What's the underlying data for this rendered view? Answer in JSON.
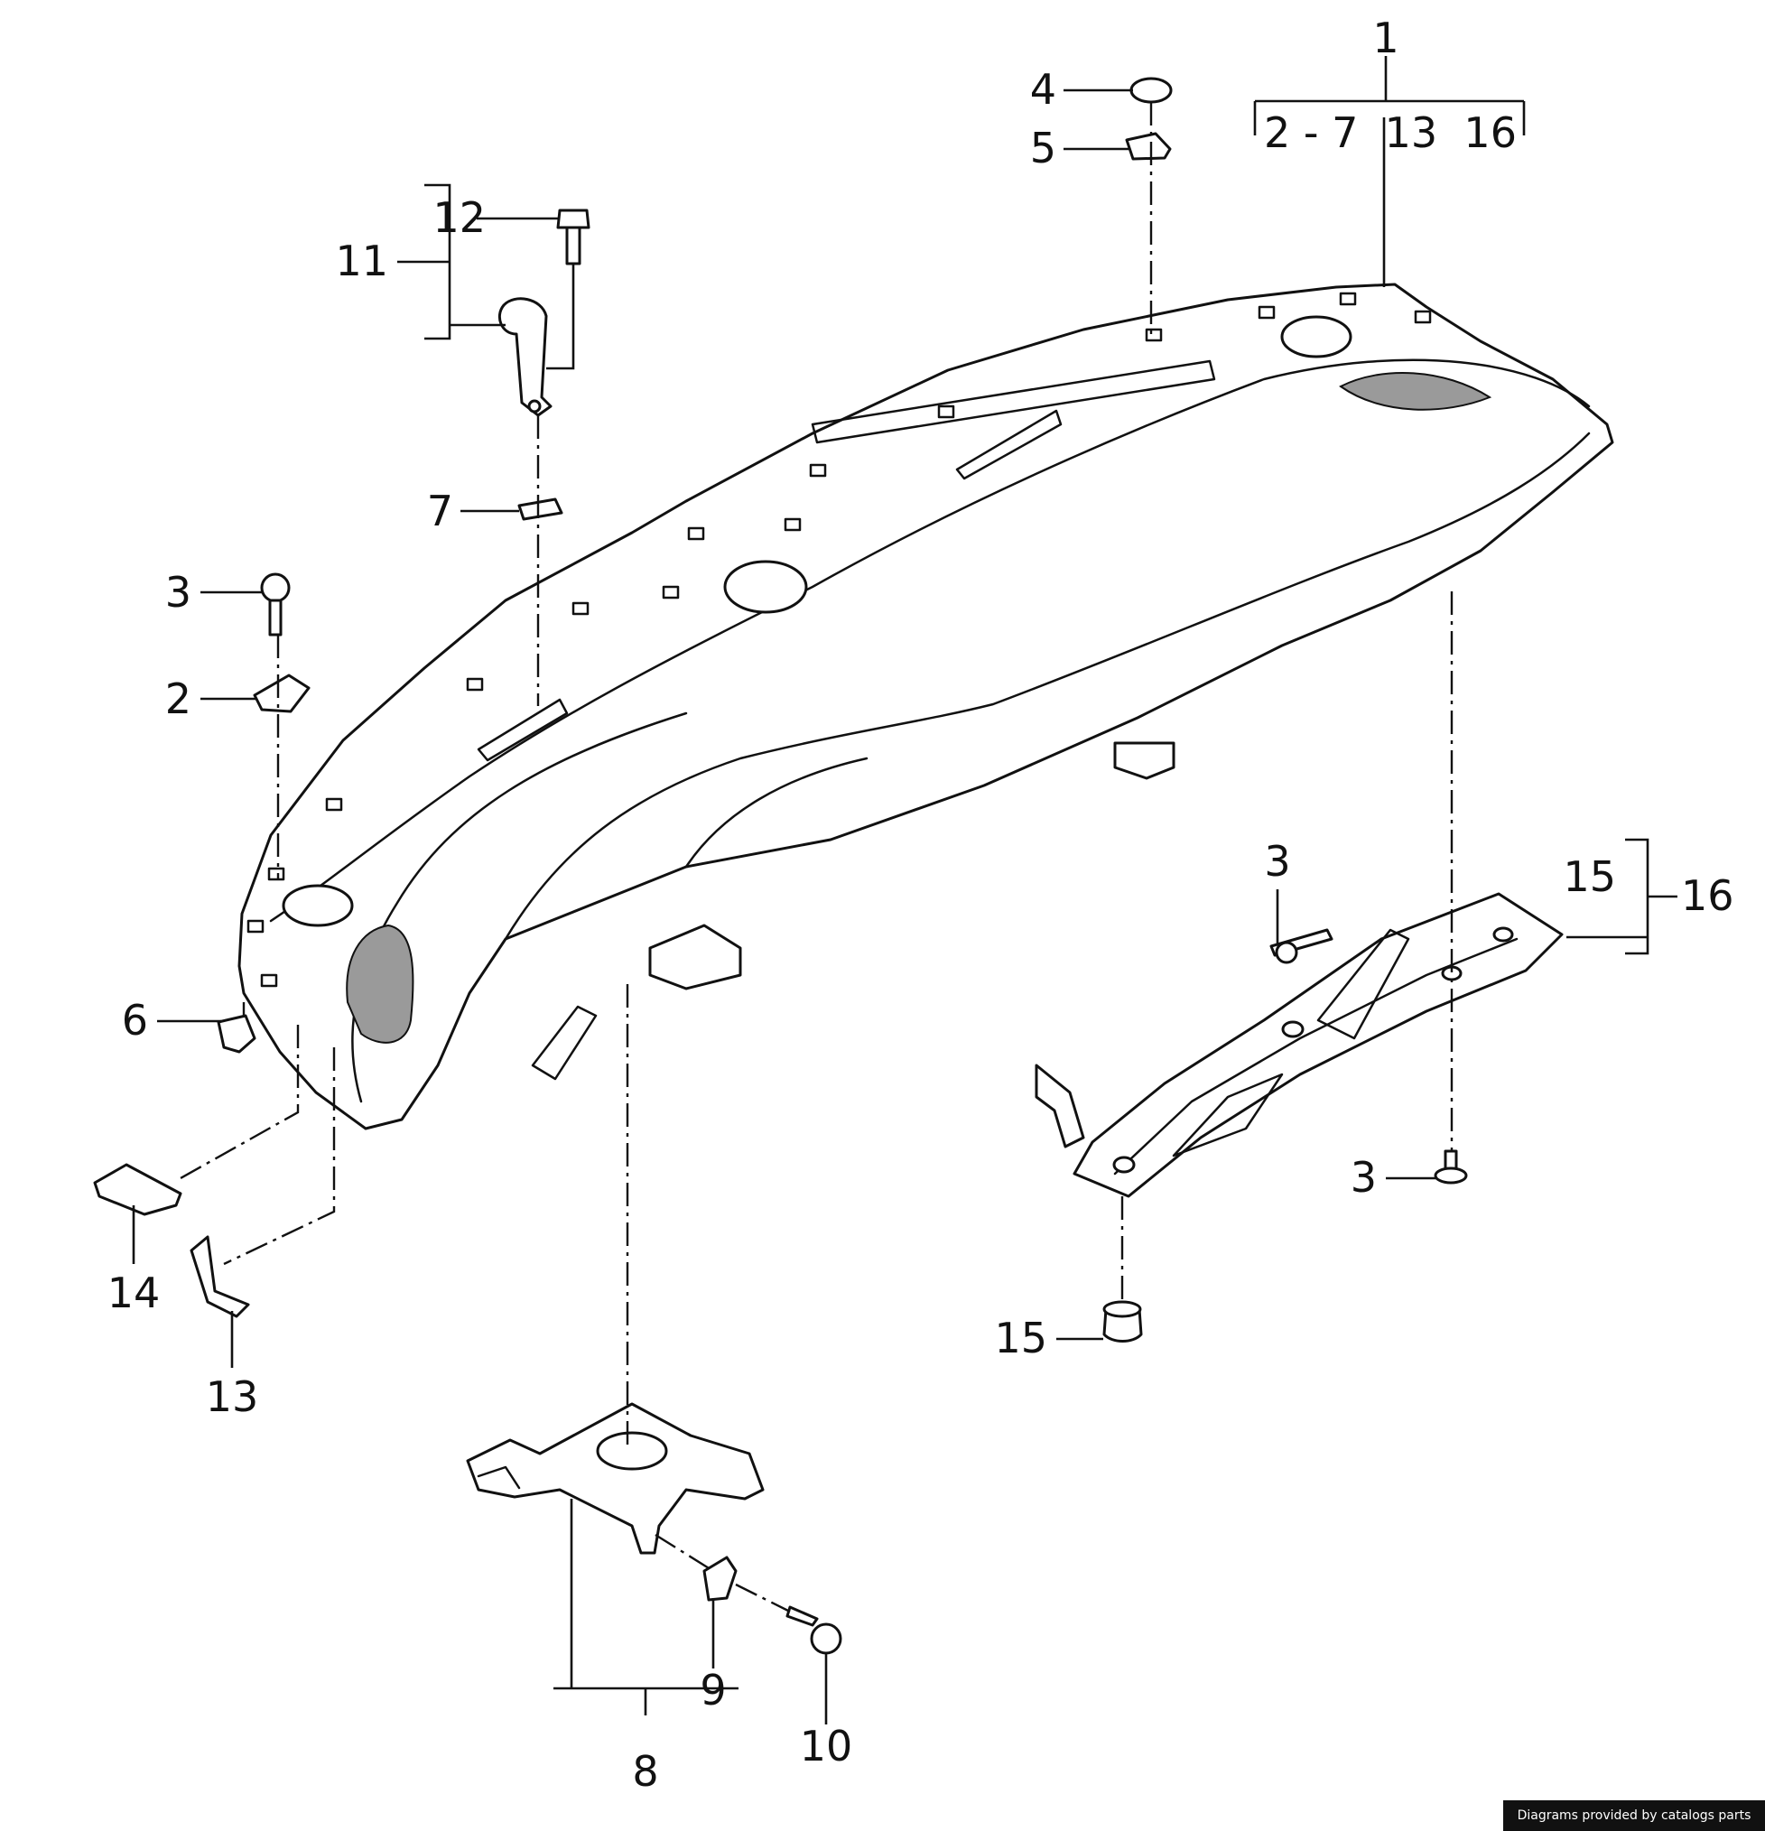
{
  "callouts": {
    "c1": "1",
    "c1_sub": "2 - 7  13  16",
    "c2": "2",
    "c3a": "3",
    "c3b": "3",
    "c3c": "3",
    "c4": "4",
    "c5": "5",
    "c6": "6",
    "c7": "7",
    "c8": "8",
    "c9": "9",
    "c10": "10",
    "c11": "11",
    "c12": "12",
    "c13": "13",
    "c14": "14",
    "c15a": "15",
    "c15b": "15",
    "c16": "16"
  },
  "footer": {
    "credit": "Diagrams provided by catalogs parts"
  }
}
